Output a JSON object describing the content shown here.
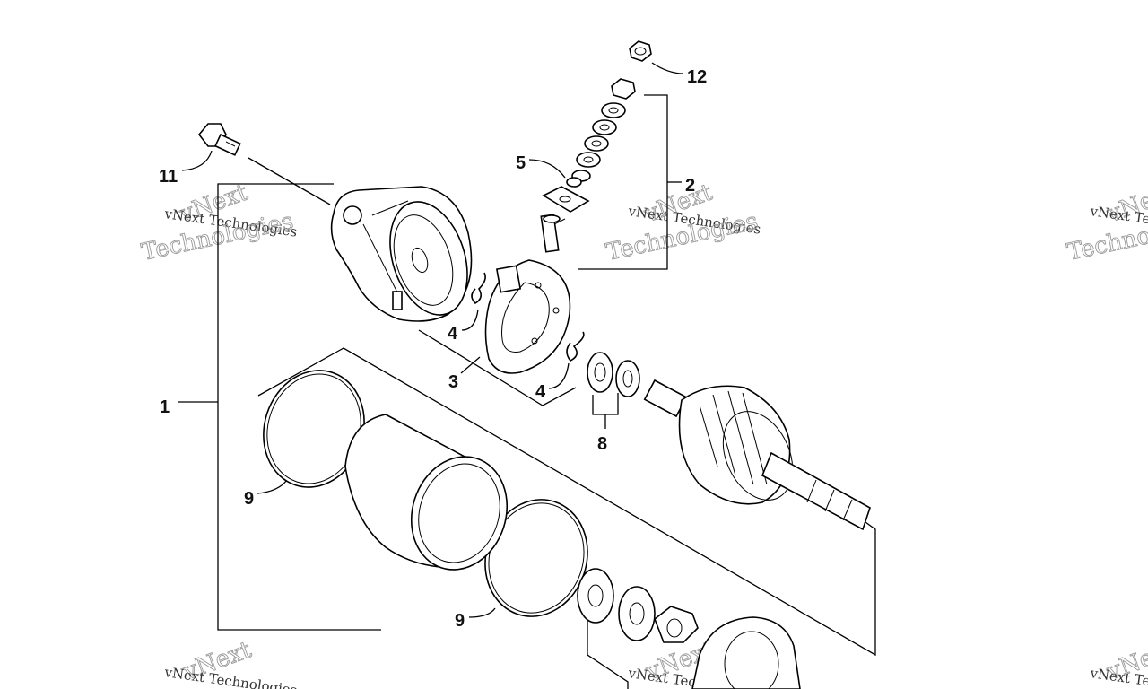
{
  "callouts": [
    {
      "id": "1",
      "label": "1"
    },
    {
      "id": "2",
      "label": "2"
    },
    {
      "id": "3",
      "label": "3"
    },
    {
      "id": "4a",
      "label": "4"
    },
    {
      "id": "4b",
      "label": "4"
    },
    {
      "id": "5",
      "label": "5"
    },
    {
      "id": "8",
      "label": "8"
    },
    {
      "id": "9a",
      "label": "9"
    },
    {
      "id": "9b",
      "label": "9"
    },
    {
      "id": "11",
      "label": "11"
    },
    {
      "id": "12",
      "label": "12"
    }
  ],
  "watermark": {
    "line1": "vNext Technologies",
    "line2": "vNext",
    "line3": "Technologies"
  }
}
